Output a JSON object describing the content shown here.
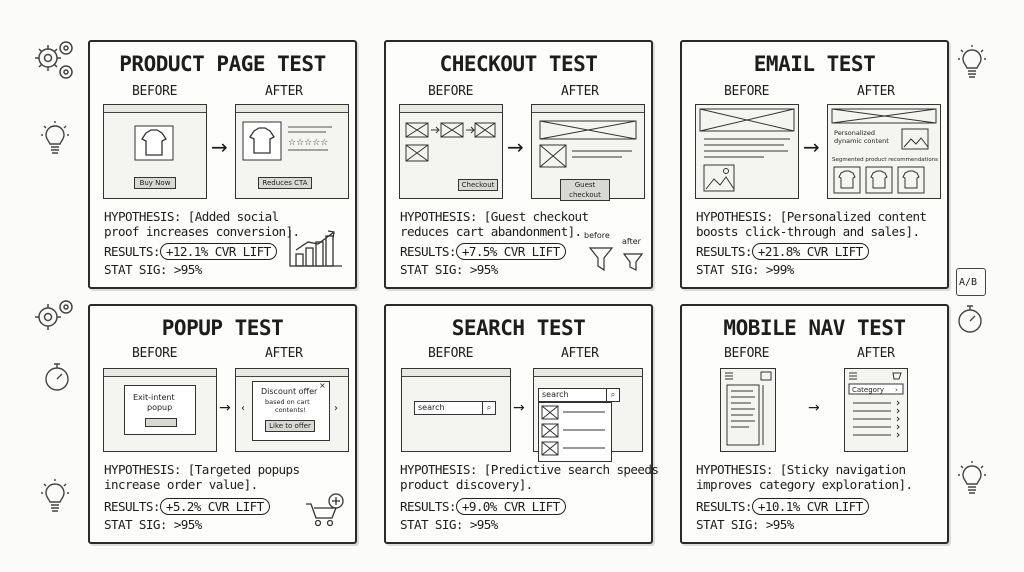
{
  "labels": {
    "before": "BEFORE",
    "after": "AFTER"
  },
  "tests": [
    {
      "title": "PRODUCT PAGE TEST",
      "before_button": "Buy Now",
      "after_button": "Reduces CTA",
      "hypothesis_1": "HYPOTHESIS: [Added social",
      "hypothesis_2": "proof increases conversion].",
      "results_prefix": "RESULTS:",
      "lift": "+12.1% CVR LIFT",
      "stat_sig": "STAT SIG: >95%"
    },
    {
      "title": "CHECKOUT TEST",
      "before_button": "Checkout",
      "after_button": "Guest checkout",
      "hypothesis_1": "HYPOTHESIS: [Guest checkout",
      "hypothesis_2": "reduces cart abandonment].",
      "results_prefix": "RESULTS:",
      "lift": "+7.5% CVR LIFT",
      "stat_sig": "STAT SIG: >95%",
      "funnel_before": "before",
      "funnel_after": "after"
    },
    {
      "title": "EMAIL TEST",
      "after_text_1": "Personalized",
      "after_text_2": "dynamic content",
      "after_text_3": "Segmented product recommendations",
      "hypothesis_1": "HYPOTHESIS: [Personalized content",
      "hypothesis_2": "boosts click-through and sales].",
      "results_prefix": "RESULTS:",
      "lift": "+21.8% CVR LIFT",
      "stat_sig": "STAT SIG: >99%"
    },
    {
      "title": "POPUP TEST",
      "before_popup_1": "Exit-intent",
      "before_popup_2": "popup",
      "after_popup_1": "Discount offer",
      "after_popup_2": "based on cart",
      "after_popup_3": "contents!",
      "after_button": "Like to offer",
      "hypothesis_1": "HYPOTHESIS: [Targeted popups",
      "hypothesis_2": "increase order value].",
      "results_prefix": "RESULTS:",
      "lift": "+5.2% CVR LIFT",
      "stat_sig": "STAT SIG: >95%"
    },
    {
      "title": "SEARCH TEST",
      "before_search": "search",
      "after_search": "search",
      "hypothesis_1": "HYPOTHESIS: [Predictive search speeds",
      "hypothesis_2": "product discovery].",
      "results_prefix": "RESULTS:",
      "lift": "+9.0% CVR LIFT",
      "stat_sig": "STAT SIG: >95%"
    },
    {
      "title": "MOBILE NAV TEST",
      "after_category": "Category",
      "hypothesis_1": "HYPOTHESIS: [Sticky navigation",
      "hypothesis_2": "improves category exploration].",
      "results_prefix": "RESULTS:",
      "lift": "+10.1% CVR LIFT",
      "stat_sig": "STAT SIG: >95%"
    }
  ],
  "side_icons": {
    "ab_label": "A/B",
    "icons": [
      "gears-icon",
      "lightbulb-icon",
      "stopwatch-icon",
      "calendar-ab-icon"
    ]
  },
  "colors": {
    "ink": "#1d1d1d",
    "paper": "#fdfdfb",
    "mock_fill": "#f4f4f1"
  }
}
